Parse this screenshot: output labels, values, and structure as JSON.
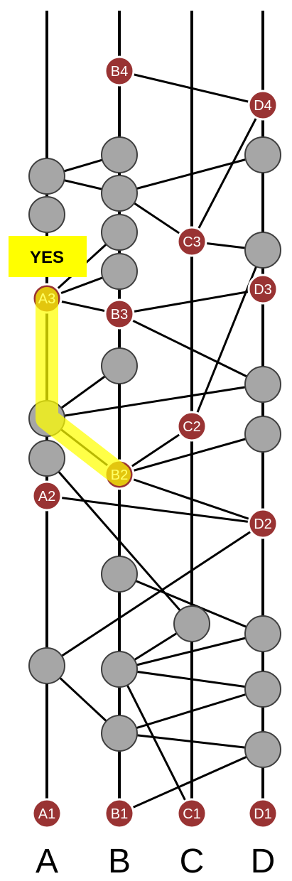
{
  "lanes": [
    {
      "id": "A",
      "label": "A"
    },
    {
      "id": "B",
      "label": "B"
    },
    {
      "id": "C",
      "label": "C"
    },
    {
      "id": "D",
      "label": "D"
    }
  ],
  "annotation": {
    "label": "YES"
  },
  "highlight_path": [
    "A3",
    "g_a_mid",
    "B2"
  ],
  "colors": {
    "event_node": "#993333",
    "plain_node": "#a6a6a6",
    "highlight": "#ffff00",
    "line": "#000000"
  },
  "nodes": [
    {
      "id": "A1",
      "label": "A1",
      "lane": "A",
      "kind": "event"
    },
    {
      "id": "B1",
      "label": "B1",
      "lane": "B",
      "kind": "event"
    },
    {
      "id": "C1",
      "label": "C1",
      "lane": "C",
      "kind": "event"
    },
    {
      "id": "D1",
      "label": "D1",
      "lane": "D",
      "kind": "event"
    },
    {
      "id": "A2",
      "label": "A2",
      "lane": "A",
      "kind": "event"
    },
    {
      "id": "B2",
      "label": "B2",
      "lane": "B",
      "kind": "event"
    },
    {
      "id": "C2",
      "label": "C2",
      "lane": "C",
      "kind": "event"
    },
    {
      "id": "D2",
      "label": "D2",
      "lane": "D",
      "kind": "event"
    },
    {
      "id": "A3",
      "label": "A3",
      "lane": "A",
      "kind": "event"
    },
    {
      "id": "B3",
      "label": "B3",
      "lane": "B",
      "kind": "event"
    },
    {
      "id": "C3",
      "label": "C3",
      "lane": "C",
      "kind": "event"
    },
    {
      "id": "D3",
      "label": "D3",
      "lane": "D",
      "kind": "event"
    },
    {
      "id": "B4",
      "label": "B4",
      "lane": "B",
      "kind": "event"
    },
    {
      "id": "D4",
      "label": "D4",
      "lane": "D",
      "kind": "event"
    },
    {
      "id": "g_a_low",
      "label": "",
      "lane": "A",
      "kind": "plain"
    },
    {
      "id": "g_a_mid2",
      "label": "",
      "lane": "A",
      "kind": "plain"
    },
    {
      "id": "g_a_mid",
      "label": "",
      "lane": "A",
      "kind": "plain"
    },
    {
      "id": "g_a_up2",
      "label": "",
      "lane": "A",
      "kind": "plain"
    },
    {
      "id": "g_a_up1",
      "label": "",
      "lane": "A",
      "kind": "plain"
    },
    {
      "id": "g_b_bot",
      "label": "",
      "lane": "B",
      "kind": "plain"
    },
    {
      "id": "g_b_low",
      "label": "",
      "lane": "B",
      "kind": "plain"
    },
    {
      "id": "g_b_mid",
      "label": "",
      "lane": "B",
      "kind": "plain"
    },
    {
      "id": "g_b_upmid",
      "label": "",
      "lane": "B",
      "kind": "plain"
    },
    {
      "id": "g_b_up4",
      "label": "",
      "lane": "B",
      "kind": "plain"
    },
    {
      "id": "g_b_up3",
      "label": "",
      "lane": "B",
      "kind": "plain"
    },
    {
      "id": "g_b_up2",
      "label": "",
      "lane": "B",
      "kind": "plain"
    },
    {
      "id": "g_b_up1",
      "label": "",
      "lane": "B",
      "kind": "plain"
    },
    {
      "id": "g_c_low",
      "label": "",
      "lane": "C",
      "kind": "plain"
    },
    {
      "id": "g_d_bot",
      "label": "",
      "lane": "D",
      "kind": "plain"
    },
    {
      "id": "g_d_low2",
      "label": "",
      "lane": "D",
      "kind": "plain"
    },
    {
      "id": "g_d_low1",
      "label": "",
      "lane": "D",
      "kind": "plain"
    },
    {
      "id": "g_d_mid2",
      "label": "",
      "lane": "D",
      "kind": "plain"
    },
    {
      "id": "g_d_mid1",
      "label": "",
      "lane": "D",
      "kind": "plain"
    },
    {
      "id": "g_d_up2",
      "label": "",
      "lane": "D",
      "kind": "plain"
    },
    {
      "id": "g_d_up1",
      "label": "",
      "lane": "D",
      "kind": "plain"
    }
  ],
  "edges": [
    [
      "B4",
      "D4"
    ],
    [
      "D4",
      "C3"
    ],
    [
      "g_a_up1",
      "g_b_up1"
    ],
    [
      "g_a_up1",
      "g_b_up2"
    ],
    [
      "g_b_up2",
      "g_d_up1"
    ],
    [
      "g_b_up2",
      "C3"
    ],
    [
      "C3",
      "g_d_up2"
    ],
    [
      "g_b_up3",
      "A3"
    ],
    [
      "g_b_up4",
      "A3"
    ],
    [
      "A3",
      "B3"
    ],
    [
      "B3",
      "D3"
    ],
    [
      "B3",
      "g_d_mid1"
    ],
    [
      "g_a_mid",
      "g_b_upmid"
    ],
    [
      "g_a_mid",
      "g_d_mid1"
    ],
    [
      "g_a_mid",
      "B2"
    ],
    [
      "C2",
      "g_d_up2"
    ],
    [
      "B2",
      "C2"
    ],
    [
      "B2",
      "g_d_mid2"
    ],
    [
      "B2",
      "D2"
    ],
    [
      "A2",
      "D2"
    ],
    [
      "g_a_mid2",
      "g_c_low"
    ],
    [
      "g_b_mid",
      "g_d_low1"
    ],
    [
      "g_c_low",
      "g_b_low"
    ],
    [
      "g_b_low",
      "g_d_low1"
    ],
    [
      "g_b_low",
      "g_d_low2"
    ],
    [
      "g_b_low",
      "C1"
    ],
    [
      "D2",
      "g_a_low"
    ],
    [
      "g_a_low",
      "g_b_bot"
    ],
    [
      "g_b_bot",
      "g_d_bot"
    ],
    [
      "g_b_bot",
      "g_d_low2"
    ],
    [
      "B1",
      "g_d_bot"
    ]
  ]
}
